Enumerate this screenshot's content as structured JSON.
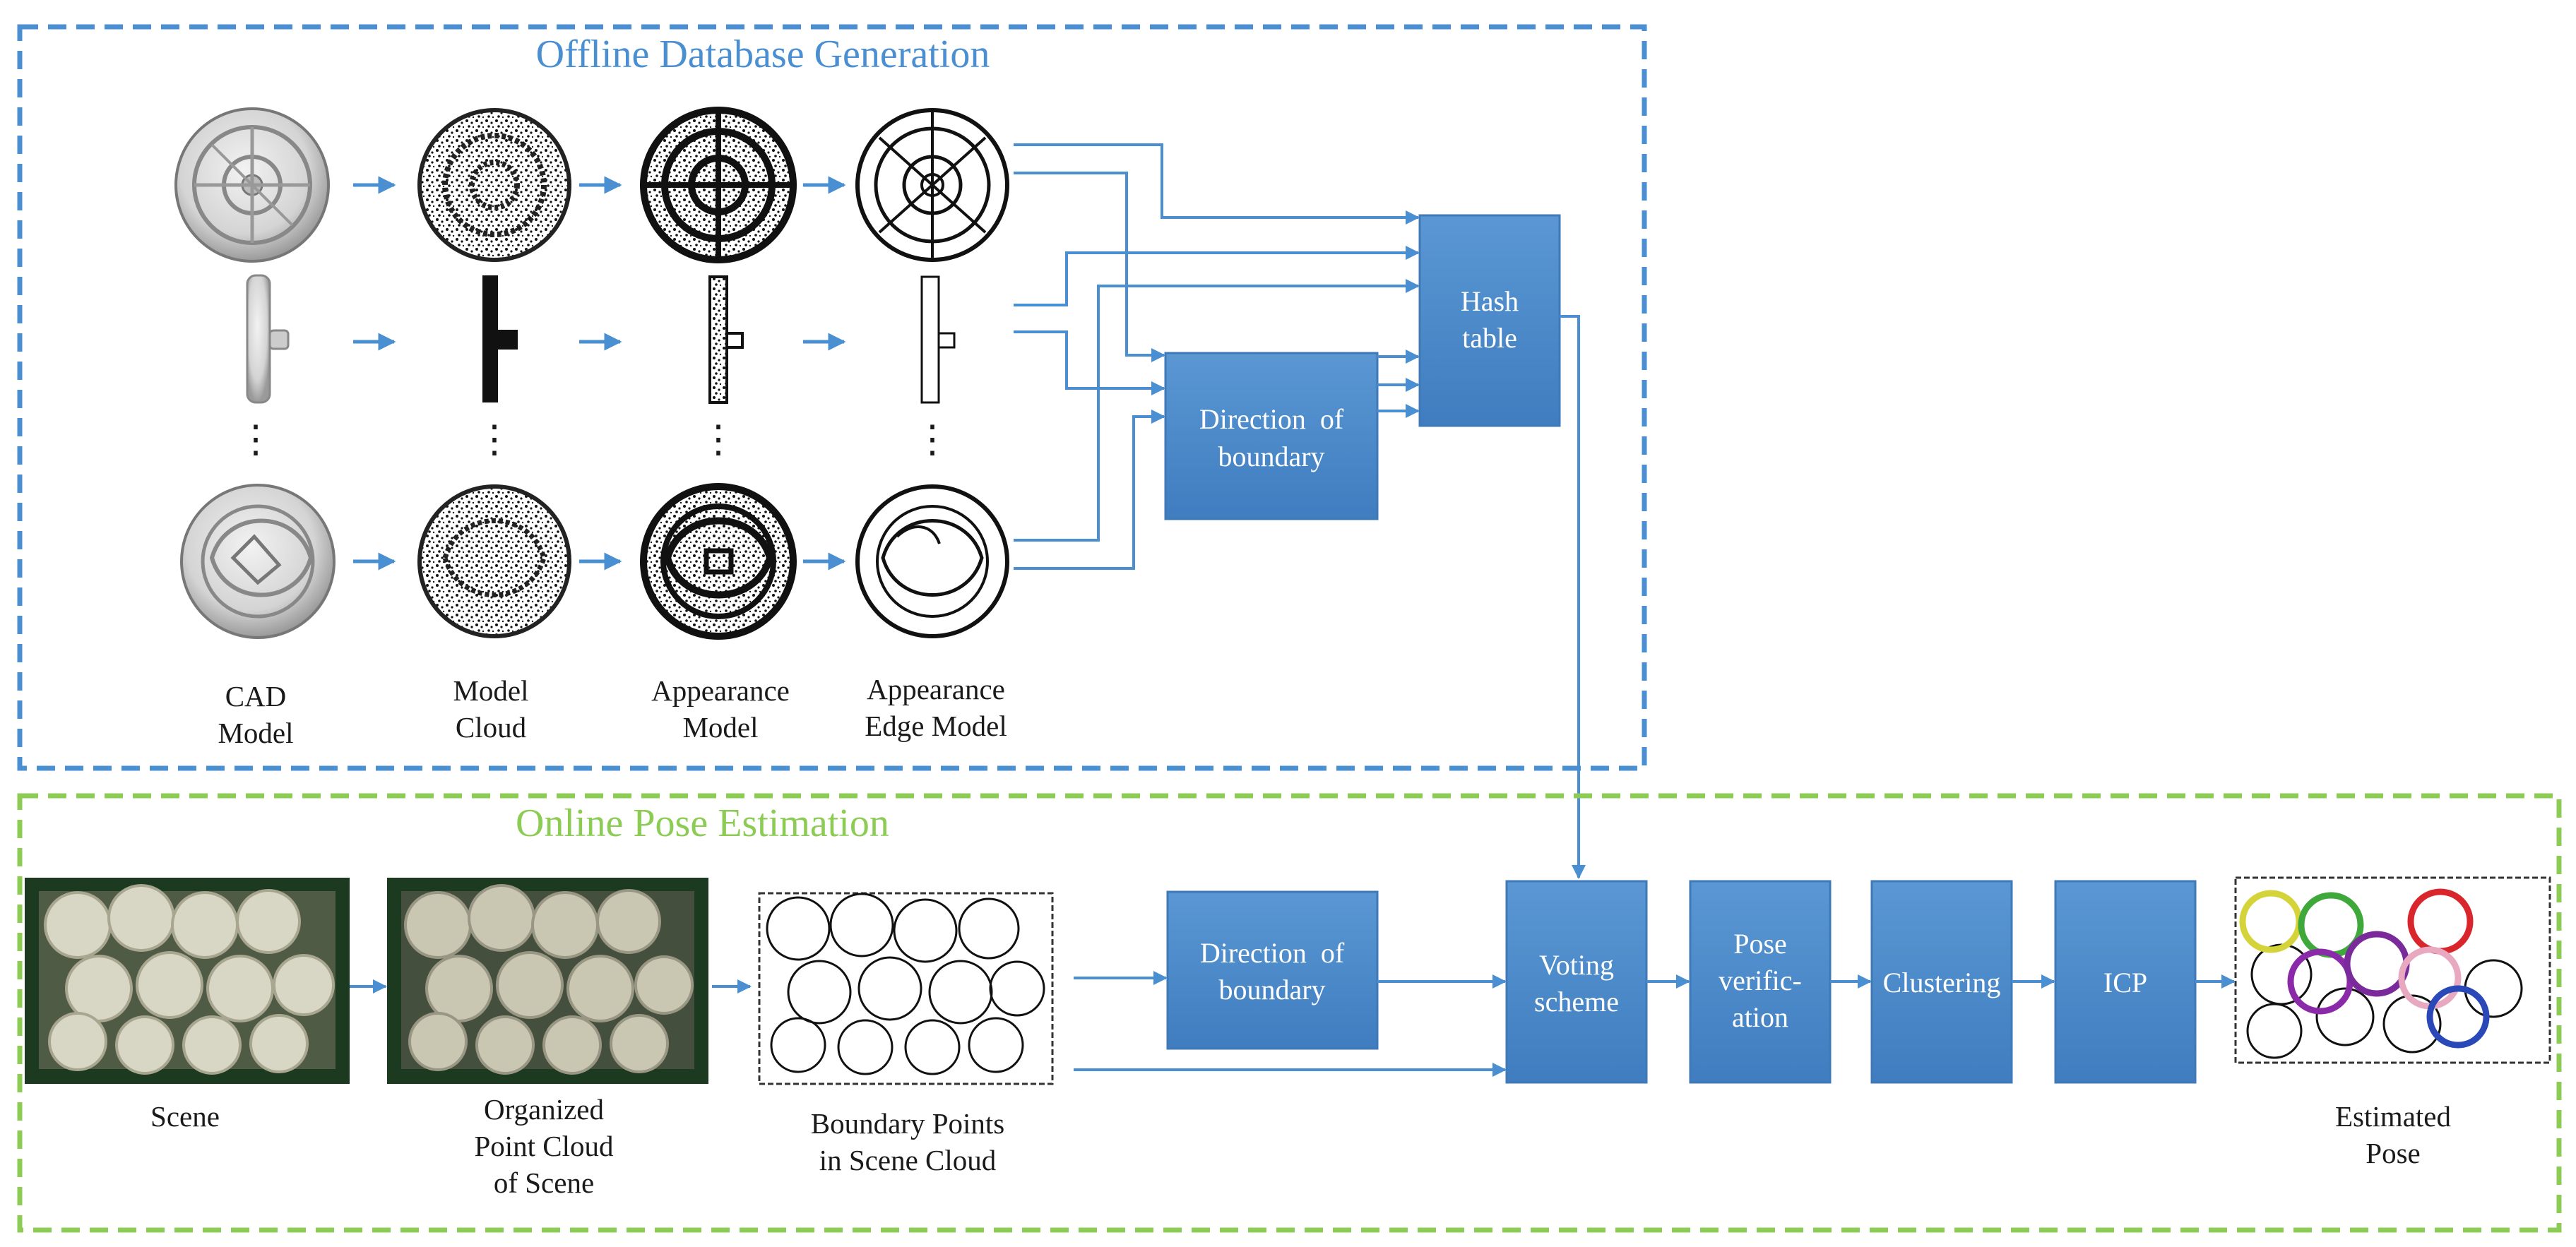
{
  "colors": {
    "offline_border": "#4a8fd1",
    "online_border": "#8ccc55",
    "offline_title": "#4a8fd1",
    "online_title": "#8ccc55",
    "box_fill": "#4a87c7",
    "box_stroke": "#3f79b8",
    "arrow": "#4a8fd1"
  },
  "offline": {
    "title": "Offline Database Generation",
    "captions": {
      "cad": [
        "CAD",
        "Model"
      ],
      "model_cloud": [
        "Model",
        "Cloud"
      ],
      "appearance": [
        "Appearance",
        "Model"
      ],
      "edge": [
        "Appearance",
        "Edge Model"
      ]
    },
    "ellipsis": "⋮",
    "box_direction": [
      "Direction  of",
      "boundary"
    ],
    "box_hash": [
      "Hash",
      "table"
    ]
  },
  "online": {
    "title": "Online Pose Estimation",
    "captions": {
      "scene": [
        "Scene"
      ],
      "organized": [
        "Organized",
        "Point Cloud",
        "of Scene"
      ],
      "boundary": [
        "Boundary Points",
        "in Scene Cloud"
      ],
      "estimated": [
        "Estimated",
        "Pose"
      ]
    },
    "box_direction": [
      "Direction  of",
      "boundary"
    ],
    "box_voting": [
      "Voting",
      "scheme"
    ],
    "box_pose": [
      "Pose",
      "verific-",
      "ation"
    ],
    "box_clustering": [
      "Clustering"
    ],
    "box_icp": [
      "ICP"
    ]
  }
}
